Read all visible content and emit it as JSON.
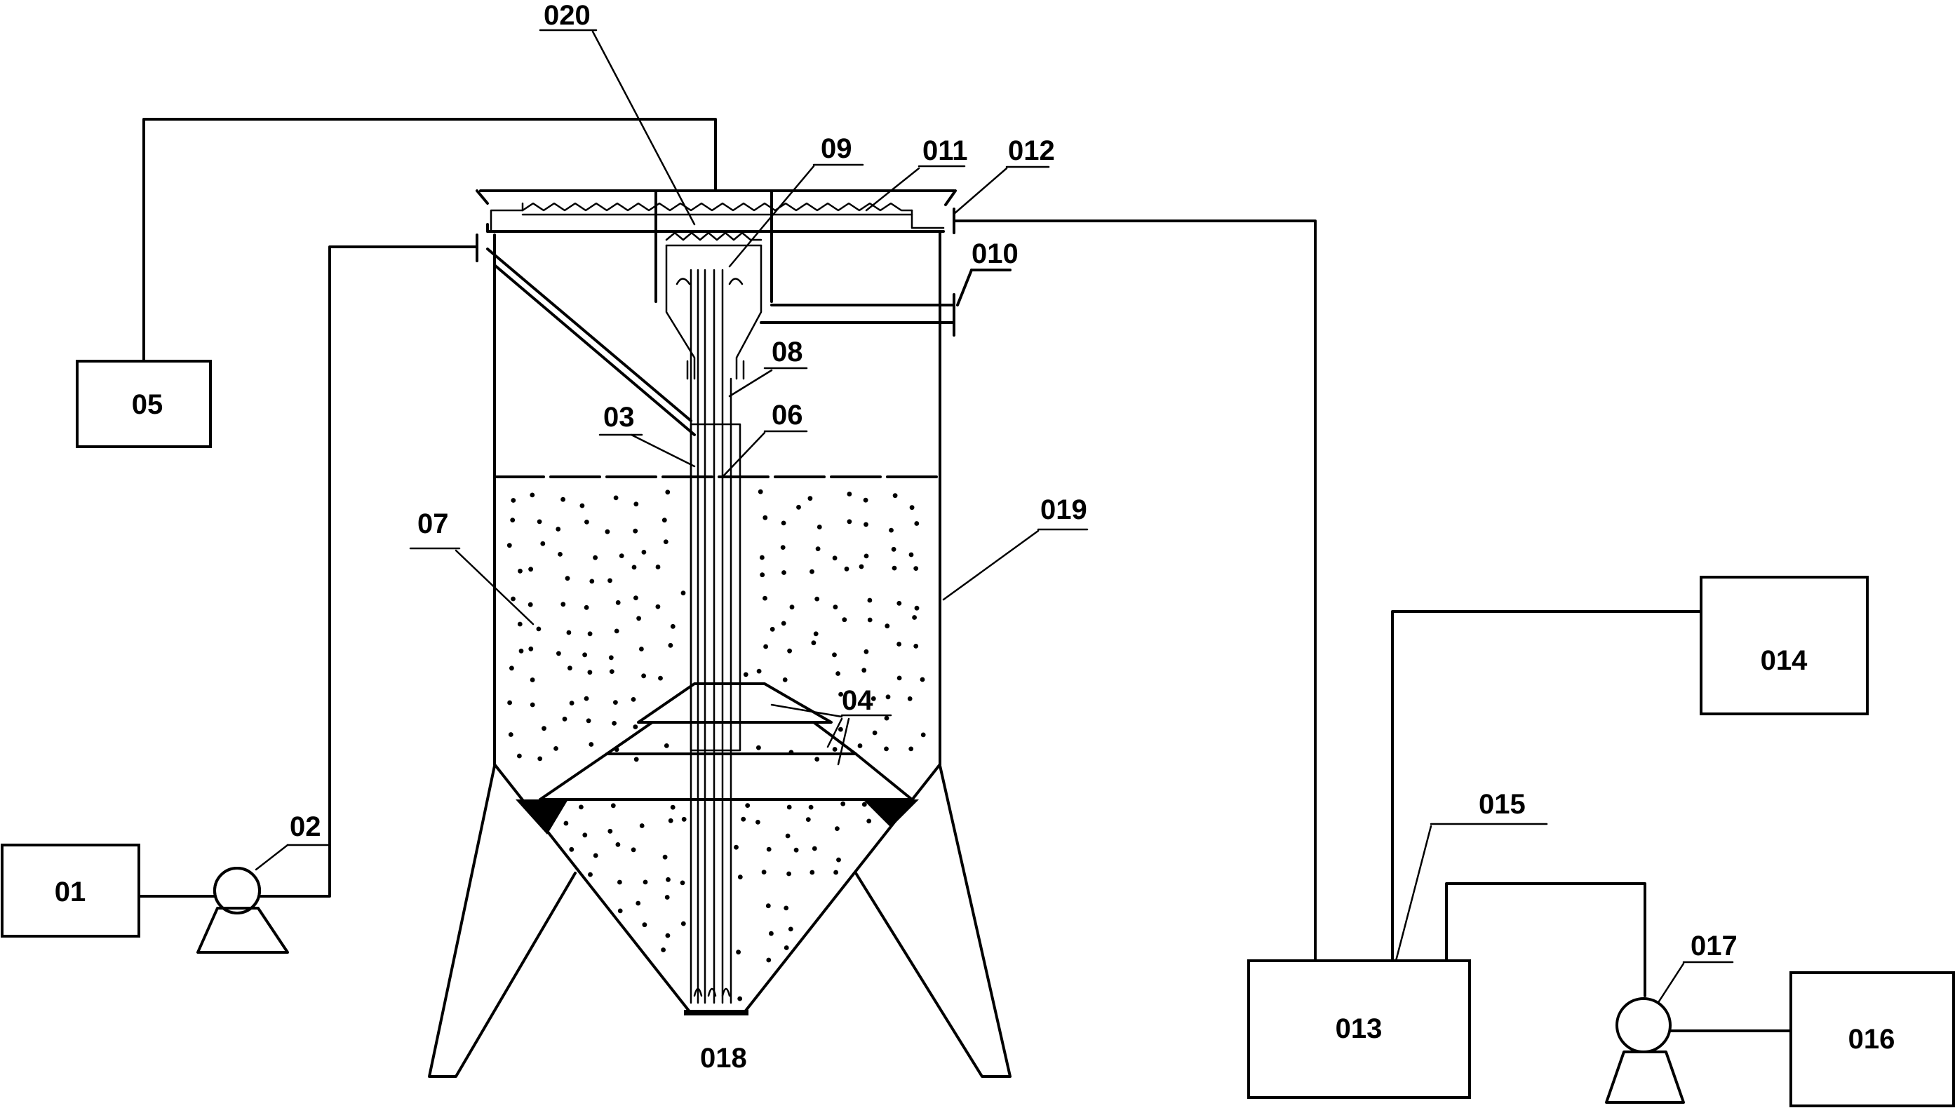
{
  "labels": {
    "l01": "01",
    "l02": "02",
    "l03": "03",
    "l04": "04",
    "l05": "05",
    "l06": "06",
    "l07": "07",
    "l08": "08",
    "l09": "09",
    "l010": "010",
    "l011": "011",
    "l012": "012",
    "l013": "013",
    "l014": "014",
    "l015": "015",
    "l016": "016",
    "l017": "017",
    "l018": "018",
    "l019": "019",
    "l020": "020"
  },
  "colors": {
    "ink": "#000000",
    "paper": "#ffffff"
  },
  "icons": {
    "pump": "pump-icon"
  }
}
